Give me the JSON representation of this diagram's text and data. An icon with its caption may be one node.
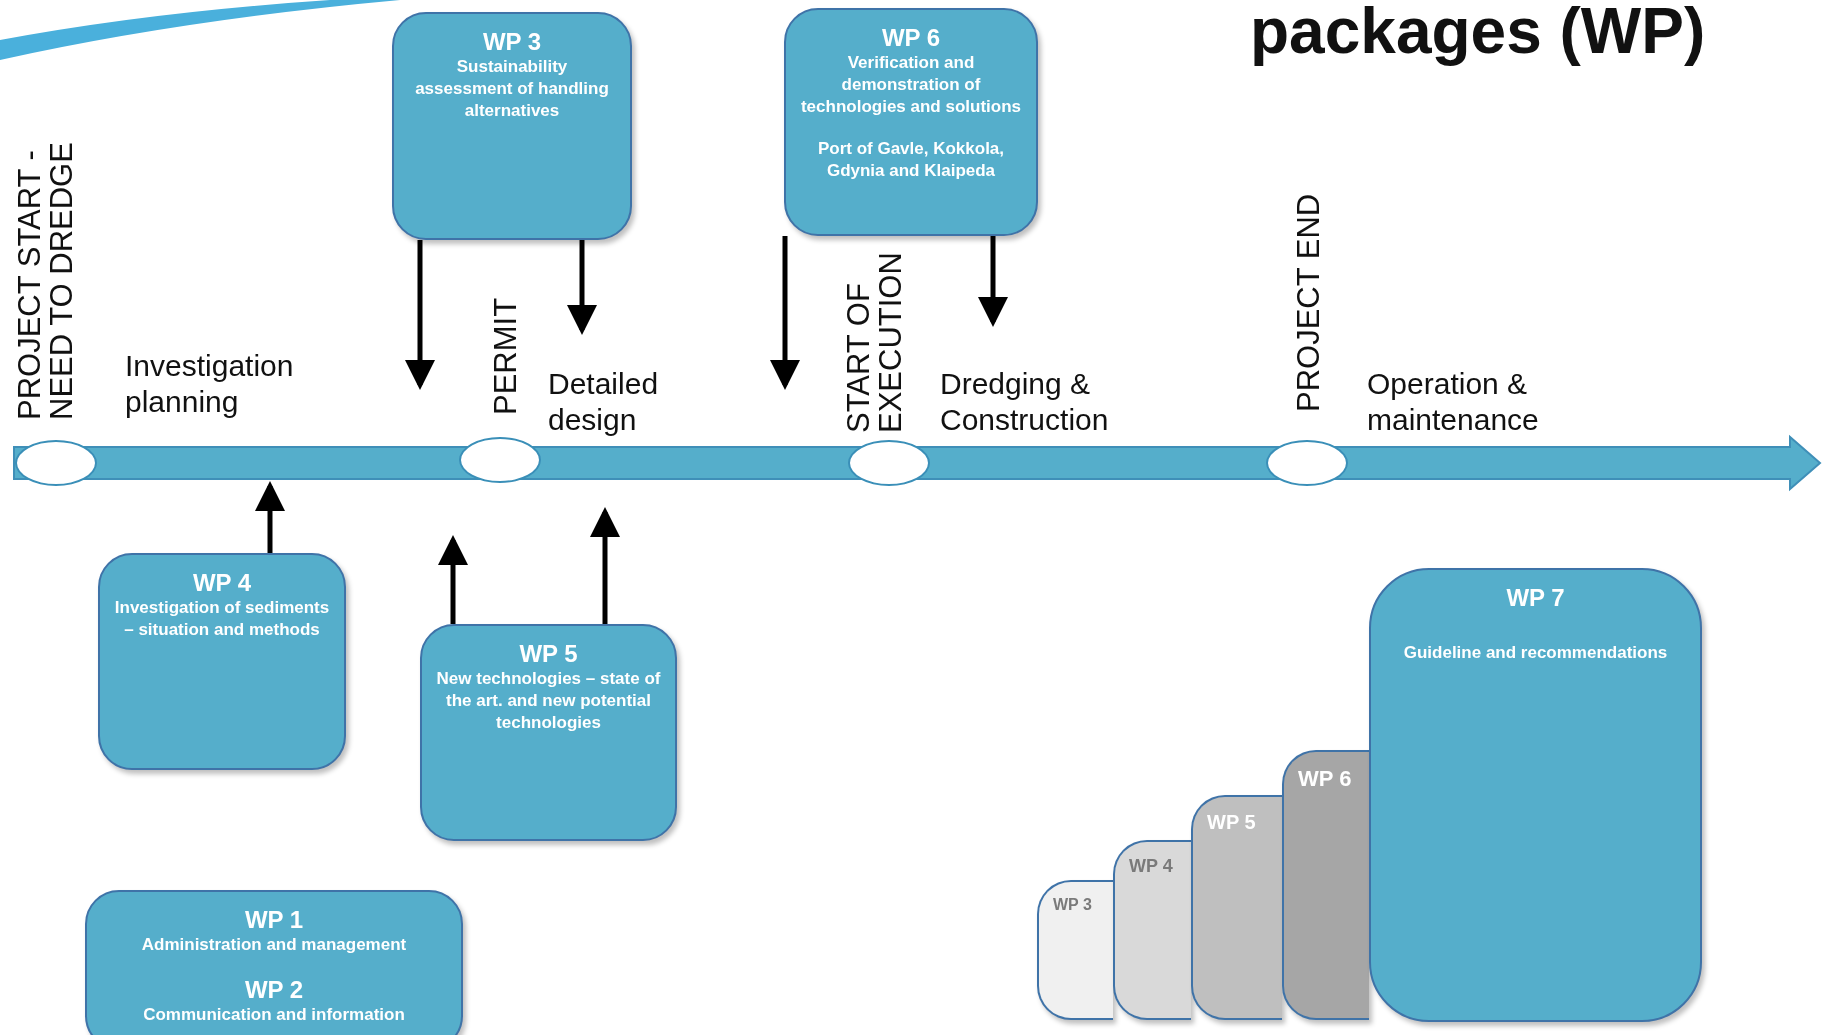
{
  "diagram": {
    "title": "packages (WP)",
    "nodes": [
      {
        "text": [
          "WP 3",
          "Sustainability assessment of handling alternatives"
        ]
      },
      {
        "text": [
          "WP 6",
          "Verification and demonstration of technologies and solutions",
          "Port of Gavle, Kokkola, Gdynia and Klaipeda"
        ]
      },
      {
        "text": [],
        "shape": "circle",
        "beside": [
          "PROJECT START - NEED TO DREDGE"
        ]
      },
      {
        "text": [],
        "shape": "circle",
        "beside": [
          "PERMIT"
        ]
      },
      {
        "text": [],
        "shape": "circle",
        "beside": [
          "START OF EXECUTION"
        ]
      },
      {
        "text": [],
        "shape": "circle",
        "beside": [
          "PROJECT END"
        ]
      },
      {
        "text": [
          "WP 4",
          "Investigation of sediments – situation and methods"
        ]
      },
      {
        "text": [
          "WP  5",
          "New technologies – state of the art. and new potential technologies"
        ]
      },
      {
        "text": [
          "WP 7",
          "Guideline and recommendations"
        ]
      },
      {
        "text": [
          "WP 3"
        ]
      },
      {
        "text": [
          "WP 4"
        ]
      },
      {
        "text": [
          "WP 5"
        ]
      },
      {
        "text": [
          "WP 6"
        ]
      },
      {
        "text": [
          "WP 1",
          "Administration and management",
          "WP 2",
          "Communication and information"
        ]
      }
    ],
    "edges": [
      {
        "from": 0,
        "to": null,
        "arrow": "to"
      },
      {
        "from": 0,
        "to": null,
        "arrow": "to"
      },
      {
        "from": 1,
        "to": null,
        "arrow": "to"
      },
      {
        "from": 1,
        "to": null,
        "arrow": "to"
      },
      {
        "from": 6,
        "to": null,
        "arrow": "to"
      },
      {
        "from": 7,
        "to": null,
        "arrow": "to"
      },
      {
        "from": 7,
        "to": null,
        "arrow": "to"
      }
    ],
    "labels": [
      "Investigation planning",
      "Detailed design",
      "Dredging & Construction",
      "Operation & maintenance"
    ]
  }
}
